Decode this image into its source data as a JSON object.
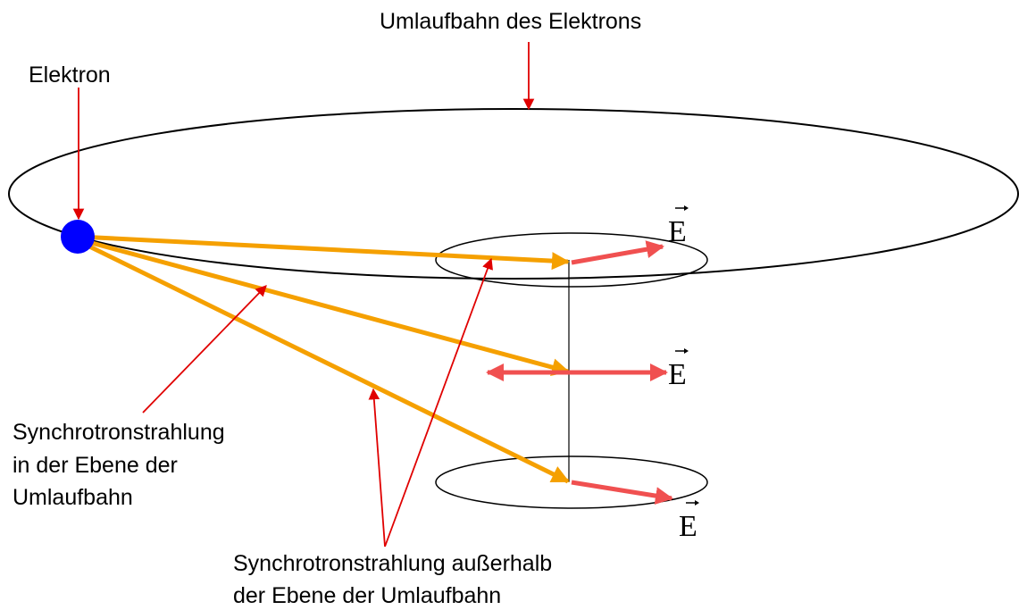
{
  "labels": {
    "orbit": "Umlaufbahn des Elektrons",
    "electron": "Elektron",
    "in_plane_line1": "Synchrotronstrahlung",
    "in_plane_line2": "in der Ebene der",
    "in_plane_line3": "Umlaufbahn",
    "out_plane_line1": "Synchrotronstrahlung außerhalb",
    "out_plane_line2": "der Ebene der Umlaufbahn"
  },
  "efield": {
    "top": "E",
    "middle": "E",
    "bottom": "E"
  },
  "colors": {
    "electron": "#0000ff",
    "radiation": "#f5a000",
    "efield_arrow": "#f05050",
    "pointer": "#e00000",
    "outline": "#000000"
  }
}
